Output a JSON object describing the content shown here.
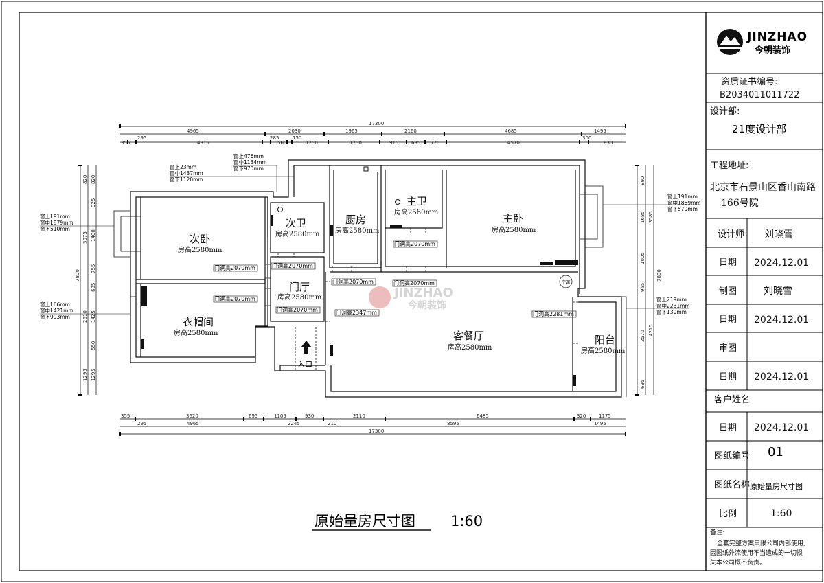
{
  "title_block": {
    "logo_en": "JINZHAO",
    "logo_cn": "今朝装饰",
    "qualification_label": "资质证书编号:",
    "qualification_no": "B2034011011722",
    "dept_label": "设计部:",
    "dept_value": "21度设计部",
    "address_label": "工程地址:",
    "address_line1": "北京市石景山区香山南路",
    "address_line2": "166号院",
    "designer_label": "设计师",
    "designer_value": "刘晓雪",
    "date1_label": "日期",
    "date1_value": "2024.12.01",
    "drafter_label": "制图",
    "drafter_value": "刘晓雪",
    "date2_label": "日期",
    "date2_value": "2024.12.01",
    "review_label": "审图",
    "review_value": "",
    "date3_label": "日期",
    "date3_value": "2024.12.01",
    "client_label": "客户姓名",
    "client_value": "",
    "date4_label": "日期",
    "date4_value": "2024.12.01",
    "drawing_no_label": "图纸编号",
    "drawing_no_value": "01",
    "drawing_name_label": "图纸名称",
    "drawing_name_value": "原始量房尺寸图",
    "scale_label": "比例",
    "scale_value": "1:60",
    "notes_label": "备注:",
    "notes_line1": "全套完整方案只限公司内部使用,",
    "notes_line2": "因图纸外流使用不当造成的一切损",
    "notes_line3": "失本公司概不负责。"
  },
  "drawing": {
    "title": "原始量房尺寸图",
    "scale": "1:60",
    "entrance": "入口",
    "ac_label": "空调",
    "watermark_en": "JINZHAO",
    "watermark_cn": "今朝装饰"
  },
  "rooms": {
    "second_bedroom": {
      "name": "次卧",
      "height": "房高2580mm"
    },
    "second_bath": {
      "name": "次卫",
      "height": "房高2580mm"
    },
    "kitchen": {
      "name": "厨房",
      "height": "房高2580mm"
    },
    "master_bath": {
      "name": "主卫",
      "height": "房高2580mm"
    },
    "master_bedroom": {
      "name": "主卧",
      "height": "房高2580mm"
    },
    "foyer": {
      "name": "门厅",
      "height": "房高2580mm"
    },
    "cloakroom": {
      "name": "衣帽间",
      "height": "房高2580mm"
    },
    "living_dining": {
      "name": "客餐厅",
      "height": "房高2580mm"
    },
    "balcony": {
      "name": "阳台",
      "height": "房高2580mm"
    }
  },
  "door_heights": {
    "d1": "门洞高2070mm",
    "d2": "门洞高2070mm",
    "d3": "门洞高2070mm",
    "d4": "门洞高2070mm",
    "d5": "门洞高2070mm",
    "d6": "门洞高2070mm",
    "d7": "门洞高2070mm",
    "d8": "门洞高2347mm",
    "d9": "门洞高2281mm"
  },
  "windows": {
    "w_top_center": [
      "窗上476mm",
      "窗中1134mm",
      "窗下970mm"
    ],
    "w_top_left": [
      "窗上23mm",
      "窗中1437mm",
      "窗下1120mm"
    ],
    "w_left_upper": [
      "窗上191mm",
      "窗中1879mm",
      "窗下510mm"
    ],
    "w_left_lower": [
      "窗上166mm",
      "窗中1421mm",
      "窗下993mm"
    ],
    "w_right_upper": [
      "窗上191mm",
      "窗中1869mm",
      "窗下570mm"
    ],
    "w_right_lower": [
      "窗上219mm",
      "窗中2231mm",
      "窗下130mm"
    ]
  },
  "dimensions": {
    "top_total": "17300",
    "top_row1": [
      "4965",
      "2030",
      "1965",
      "2160",
      "4685",
      "1495"
    ],
    "top_row2": [
      "355",
      "295",
      "4315",
      "285",
      "560",
      "150",
      "1250",
      "1750",
      "915",
      "635",
      "725",
      "4570",
      "300",
      "830"
    ],
    "bottom_row1": [
      "355",
      "3620",
      "695",
      "1105",
      "930",
      "2110",
      "6485",
      "320",
      "1175"
    ],
    "bottom_row2": [
      "295",
      "4965",
      "2245",
      "210",
      "8595",
      "1495"
    ],
    "bottom_total": "17300",
    "left_total": "7800",
    "left_row1": [
      "820",
      "3075",
      "2610",
      "1295"
    ],
    "left_row2": [
      "820",
      "925",
      "1400",
      "755",
      "635",
      "1425",
      "550",
      "1295"
    ],
    "right_total": "7800",
    "right_row1": [
      "3585",
      "4215"
    ],
    "right_row2": [
      "890",
      "1685",
      "1005",
      "955",
      "2570",
      "695"
    ]
  }
}
